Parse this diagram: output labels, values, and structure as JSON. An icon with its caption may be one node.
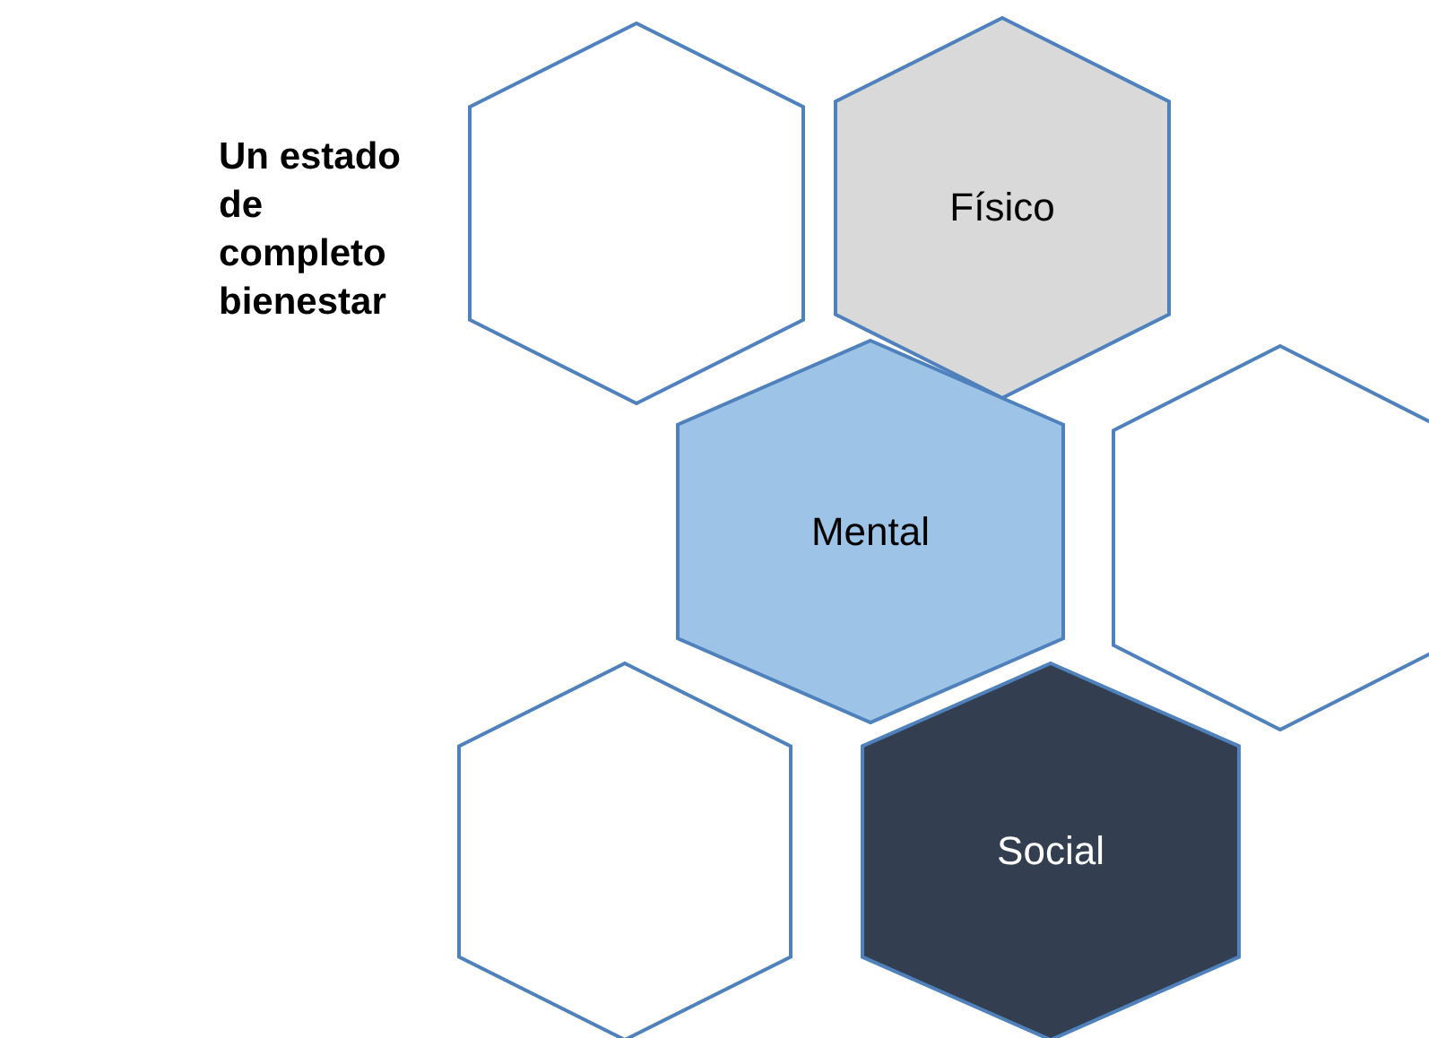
{
  "diagram": {
    "title": "Un estado de completo bienestar",
    "nodes": [
      {
        "text": [],
        "shape": "hexagon"
      },
      {
        "text": [
          "Físico"
        ]
      },
      {
        "text": [
          "Mental"
        ]
      },
      {
        "text": [],
        "shape": "hexagon"
      },
      {
        "text": [],
        "shape": "hexagon"
      },
      {
        "text": [
          "Social"
        ]
      }
    ]
  }
}
